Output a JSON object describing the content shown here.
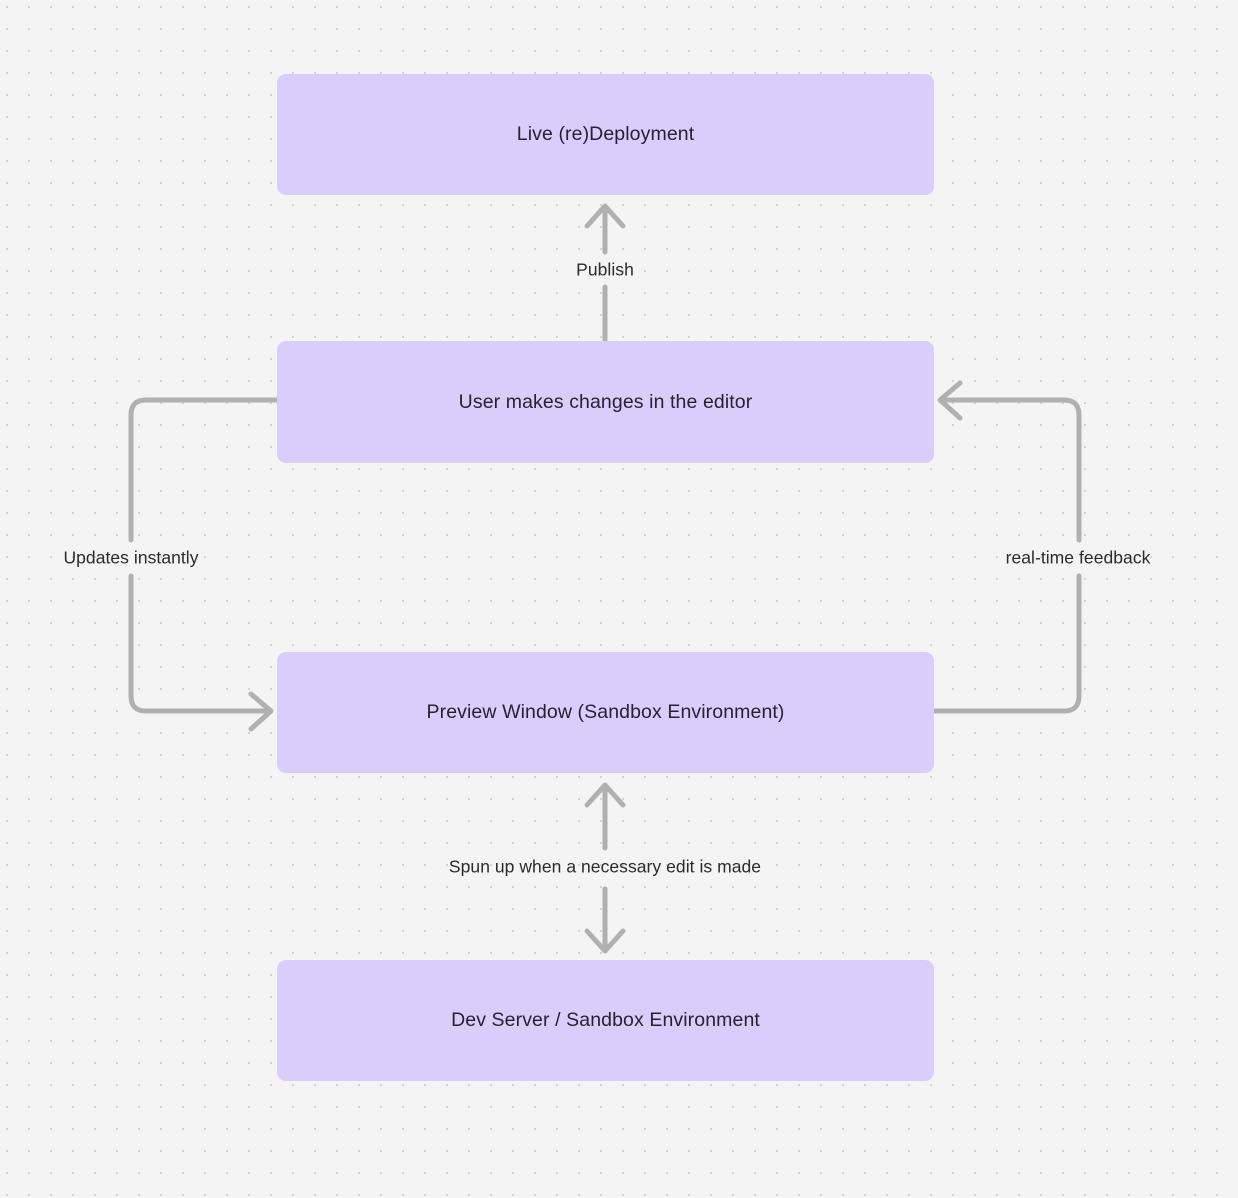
{
  "diagram": {
    "type": "flowchart",
    "background_color": "#f4f4f4",
    "dot_grid_color": "#d3d3d3",
    "node_fill": "#d9cefb",
    "node_text_color": "#262232",
    "edge_color": "#b0b0b0",
    "edge_label_color": "#2b2b2b",
    "nodes": [
      {
        "id": "live",
        "label": "Live (re)Deployment"
      },
      {
        "id": "editor",
        "label": "User makes changes in the editor"
      },
      {
        "id": "preview",
        "label": "Preview Window (Sandbox Environment)"
      },
      {
        "id": "devserver",
        "label": "Dev Server / Sandbox Environment"
      }
    ],
    "edges": [
      {
        "id": "publish",
        "from": "editor",
        "to": "live",
        "label": "Publish",
        "direction": "up"
      },
      {
        "id": "updates",
        "from": "editor",
        "to": "preview",
        "label": "Updates instantly",
        "direction": "left-loop-down"
      },
      {
        "id": "realtime",
        "from": "preview",
        "to": "editor",
        "label": "real-time feedback",
        "direction": "right-loop-up"
      },
      {
        "id": "spun",
        "from": "devserver",
        "to": "preview",
        "label": "Spun up when a necessary edit is made",
        "direction": "bidirectional-vertical"
      }
    ]
  }
}
